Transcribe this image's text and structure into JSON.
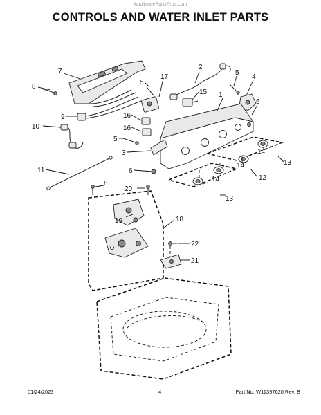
{
  "watermark": "AppliancePartsPros.com",
  "title": "CONTROLS AND WATER INLET PARTS",
  "callouts": [
    {
      "id": "c1",
      "label": "1"
    },
    {
      "id": "c2",
      "label": "2"
    },
    {
      "id": "c3",
      "label": "3"
    },
    {
      "id": "c4",
      "label": "4"
    },
    {
      "id": "c5a",
      "label": "5"
    },
    {
      "id": "c5b",
      "label": "5"
    },
    {
      "id": "c5c",
      "label": "5"
    },
    {
      "id": "c6a",
      "label": "6"
    },
    {
      "id": "c6b",
      "label": "6"
    },
    {
      "id": "c7",
      "label": "7"
    },
    {
      "id": "c8a",
      "label": "8"
    },
    {
      "id": "c8b",
      "label": "8"
    },
    {
      "id": "c9",
      "label": "9"
    },
    {
      "id": "c10",
      "label": "10"
    },
    {
      "id": "c11",
      "label": "11"
    },
    {
      "id": "c12",
      "label": "12"
    },
    {
      "id": "c13a",
      "label": "13"
    },
    {
      "id": "c13b",
      "label": "13"
    },
    {
      "id": "c14a",
      "label": "14"
    },
    {
      "id": "c14b",
      "label": "14"
    },
    {
      "id": "c14c",
      "label": "14"
    },
    {
      "id": "c15",
      "label": "15"
    },
    {
      "id": "c16a",
      "label": "16"
    },
    {
      "id": "c16b",
      "label": "16"
    },
    {
      "id": "c17",
      "label": "17"
    },
    {
      "id": "c18",
      "label": "18"
    },
    {
      "id": "c19",
      "label": "19"
    },
    {
      "id": "c20",
      "label": "20"
    },
    {
      "id": "c21",
      "label": "21"
    },
    {
      "id": "c22",
      "label": "22"
    }
  ],
  "footer": {
    "date": "01/24/2023",
    "page": "4",
    "part_no": "Part No. W11397620  Rev. B"
  }
}
